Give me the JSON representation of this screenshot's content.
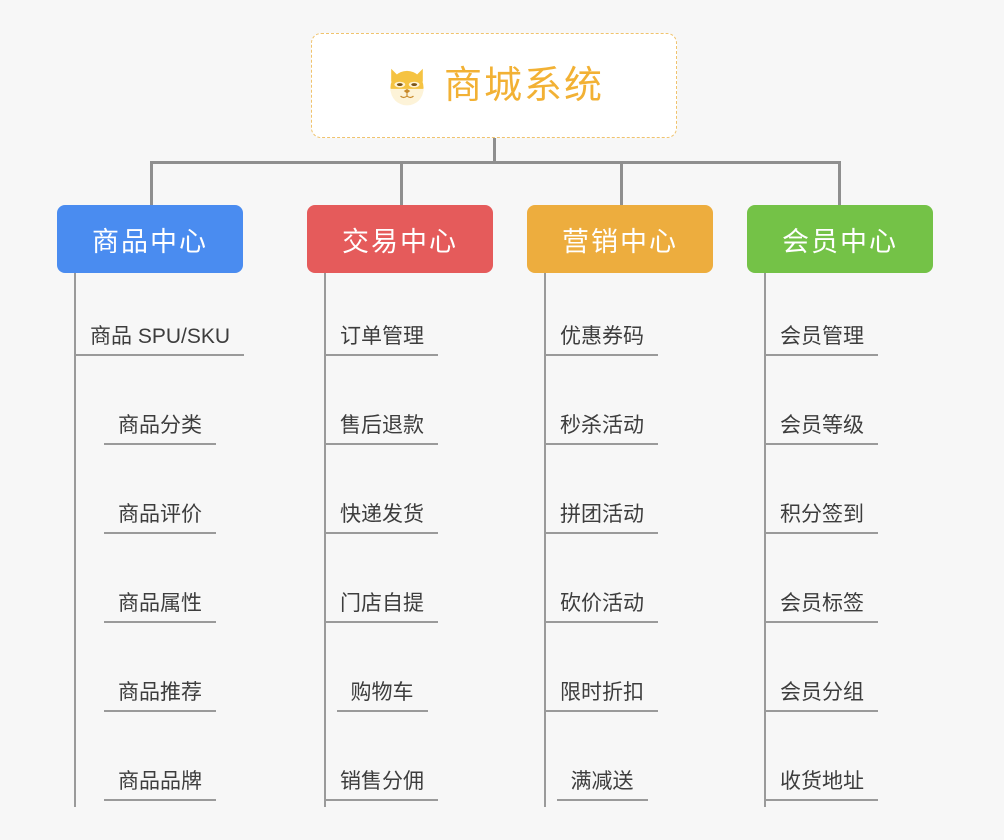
{
  "root": {
    "title": "商城系统",
    "icon": "dog-face-icon",
    "border_color": "#f0c36d",
    "text_color": "#f2b134"
  },
  "canvas": {
    "background": "#f7f7f7",
    "connector_color": "#8f8f8f"
  },
  "categories": [
    {
      "label": "商品中心",
      "color": "#4a8cf0",
      "items": [
        {
          "label": "商品 SPU/SKU"
        },
        {
          "label": "商品分类"
        },
        {
          "label": "商品评价"
        },
        {
          "label": "商品属性"
        },
        {
          "label": "商品推荐"
        },
        {
          "label": "商品品牌"
        }
      ]
    },
    {
      "label": "交易中心",
      "color": "#e55b5b",
      "items": [
        {
          "label": "订单管理"
        },
        {
          "label": "售后退款"
        },
        {
          "label": "快递发货"
        },
        {
          "label": "门店自提"
        },
        {
          "label": "购物车"
        },
        {
          "label": "销售分佣"
        }
      ]
    },
    {
      "label": "营销中心",
      "color": "#edad3e",
      "items": [
        {
          "label": "优惠券码"
        },
        {
          "label": "秒杀活动"
        },
        {
          "label": "拼团活动"
        },
        {
          "label": "砍价活动"
        },
        {
          "label": "限时折扣"
        },
        {
          "label": "满减送"
        }
      ]
    },
    {
      "label": "会员中心",
      "color": "#74c247",
      "items": [
        {
          "label": "会员管理"
        },
        {
          "label": "会员等级"
        },
        {
          "label": "积分签到"
        },
        {
          "label": "会员标签"
        },
        {
          "label": "会员分组"
        },
        {
          "label": "收货地址"
        }
      ]
    }
  ]
}
